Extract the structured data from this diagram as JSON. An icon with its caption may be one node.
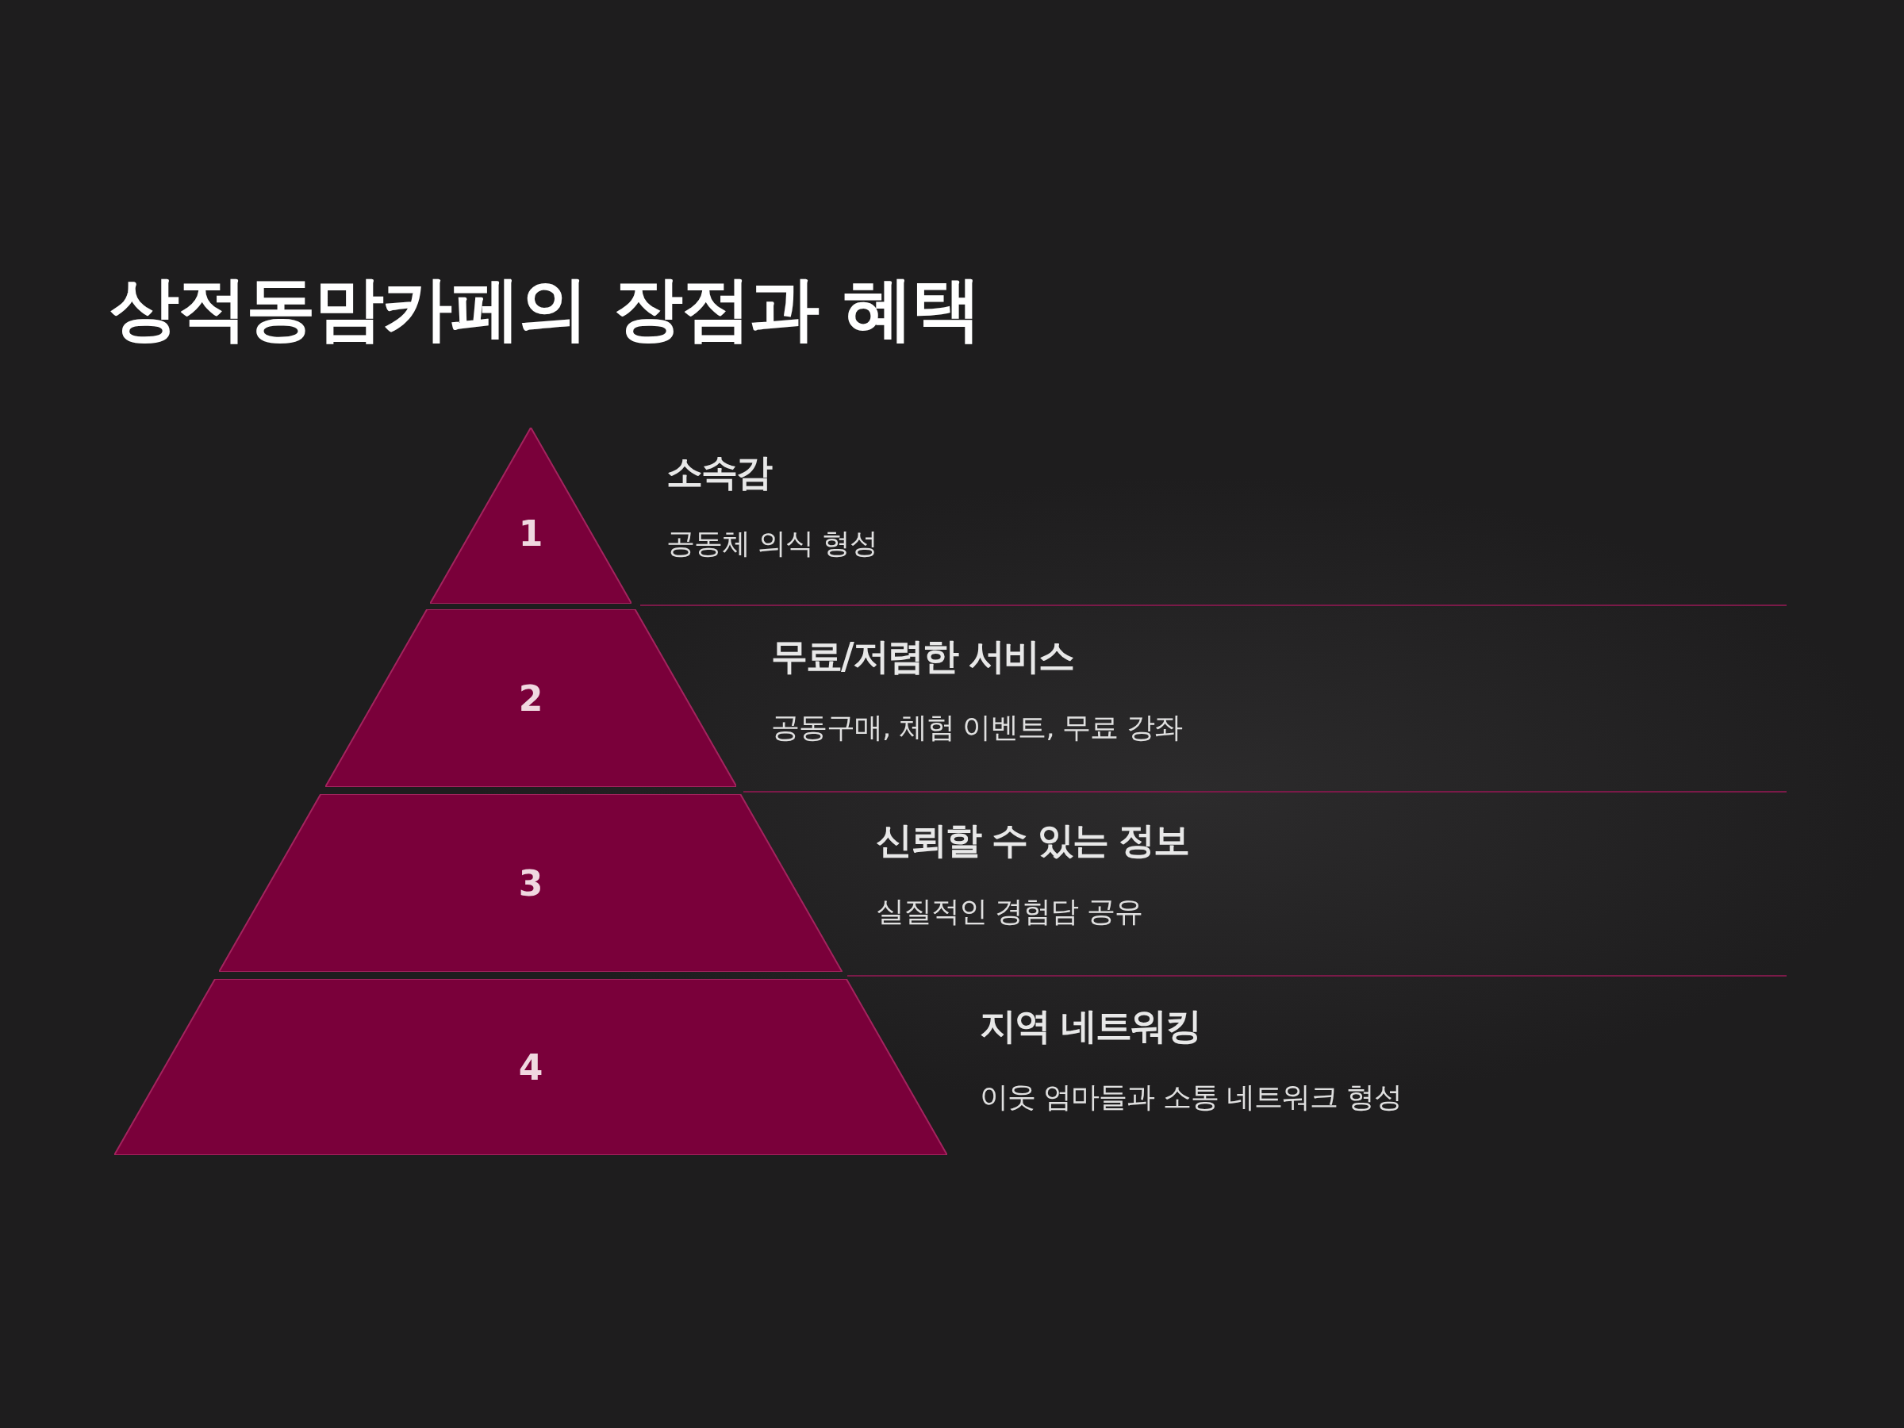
{
  "diagram": {
    "title": "상적동맘카페의 장점과 혜택",
    "nodes": [
      {
        "text": [
          "1"
        ],
        "beside": [
          "소속감",
          "공동체 의식 형성"
        ]
      },
      {
        "text": [
          "2"
        ],
        "beside": [
          "무료/저렴한 서비스",
          "공동구매, 체험 이벤트, 무료 강좌"
        ]
      },
      {
        "text": [
          "3"
        ],
        "beside": [
          "신뢰할 수 있는 정보",
          "실질적인 경험담 공유"
        ]
      },
      {
        "text": [
          "4"
        ],
        "beside": [
          "지역 네트워킹",
          "이웃 엄마들과 소통 네트워크 형성"
        ]
      }
    ]
  }
}
